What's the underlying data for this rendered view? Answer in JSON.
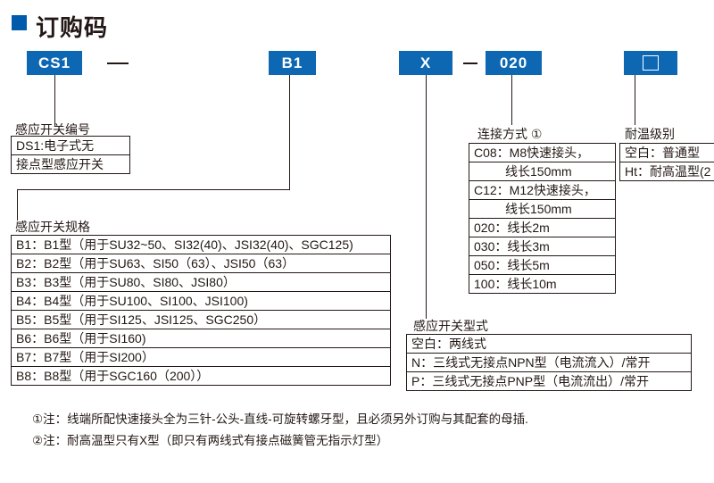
{
  "title": "订购码",
  "codes": {
    "series": "CS1",
    "size": "B1",
    "wiring": "X",
    "connection": "020",
    "temperature": "□"
  },
  "groups": {
    "switch_number": {
      "label": "感应开关编号",
      "rows": [
        "DS1:电子式无",
        "接点型感应开关"
      ]
    },
    "switch_spec": {
      "label": "感应开关规格",
      "rows": [
        "B1：B1型（用于SU32~50、SI32(40)、JSI32(40)、SGC125)",
        "B2：B2型（用于SU63、SI50（63）、JSI50（63）",
        "B3：B3型（用于SU80、SI80、JSI80）",
        "B4：B4型（用于SU100、SI100、JSI100)",
        "B5：B5型（用于SI125、JSI125、SGC250）",
        "B6：B6型（用于SI160)",
        "B7：B7型（用于SI200）",
        "B8：B8型（用于SGC160（200））"
      ]
    },
    "wiring_type": {
      "label": "感应开关型式",
      "rows": [
        "空白：两线式",
        "N：三线式无接点NPN型（电流流入）/常开",
        "P：三线式无接点PNP型（电流流出）/常开"
      ]
    },
    "connection": {
      "label": "连接方式 ①",
      "rows": [
        "C08：M8快速接头，",
        "线长150mm",
        "C12：M12快速接头，",
        "线长150mm",
        "020：线长2m",
        "030：线长3m",
        "050：线长5m",
        "100：线长10m"
      ]
    },
    "temperature": {
      "label": "耐温级别",
      "rows": [
        "空白：普通型",
        "Ht：耐高温型(2"
      ]
    }
  },
  "notes": [
    "①注：线端所配快速接头全为三针-公头-直线-可旋转螺牙型，且必须另外订购与其配套的母插.",
    "②注：耐高温型只有X型（即只有两线式有接点磁簧管无指示灯型）"
  ],
  "colors": {
    "accent": "#005bac",
    "box": "#0d67b3",
    "text": "#231815"
  }
}
